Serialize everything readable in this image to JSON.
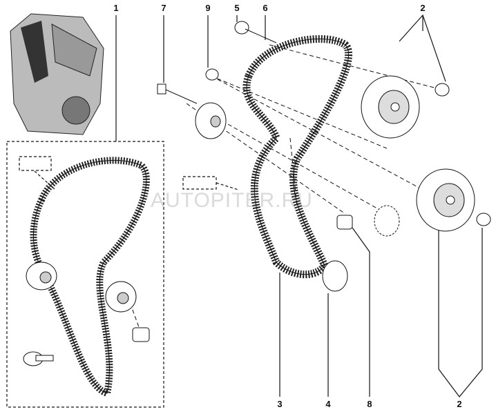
{
  "callouts": {
    "top": [
      "1",
      "7",
      "9",
      "5",
      "6",
      "2"
    ],
    "bottom": [
      "3",
      "4",
      "8",
      "2"
    ]
  },
  "watermark": "AUTOPITER.RU",
  "colors": {
    "line": "#111111",
    "fill": "#ffffff",
    "shade": "#888888"
  }
}
